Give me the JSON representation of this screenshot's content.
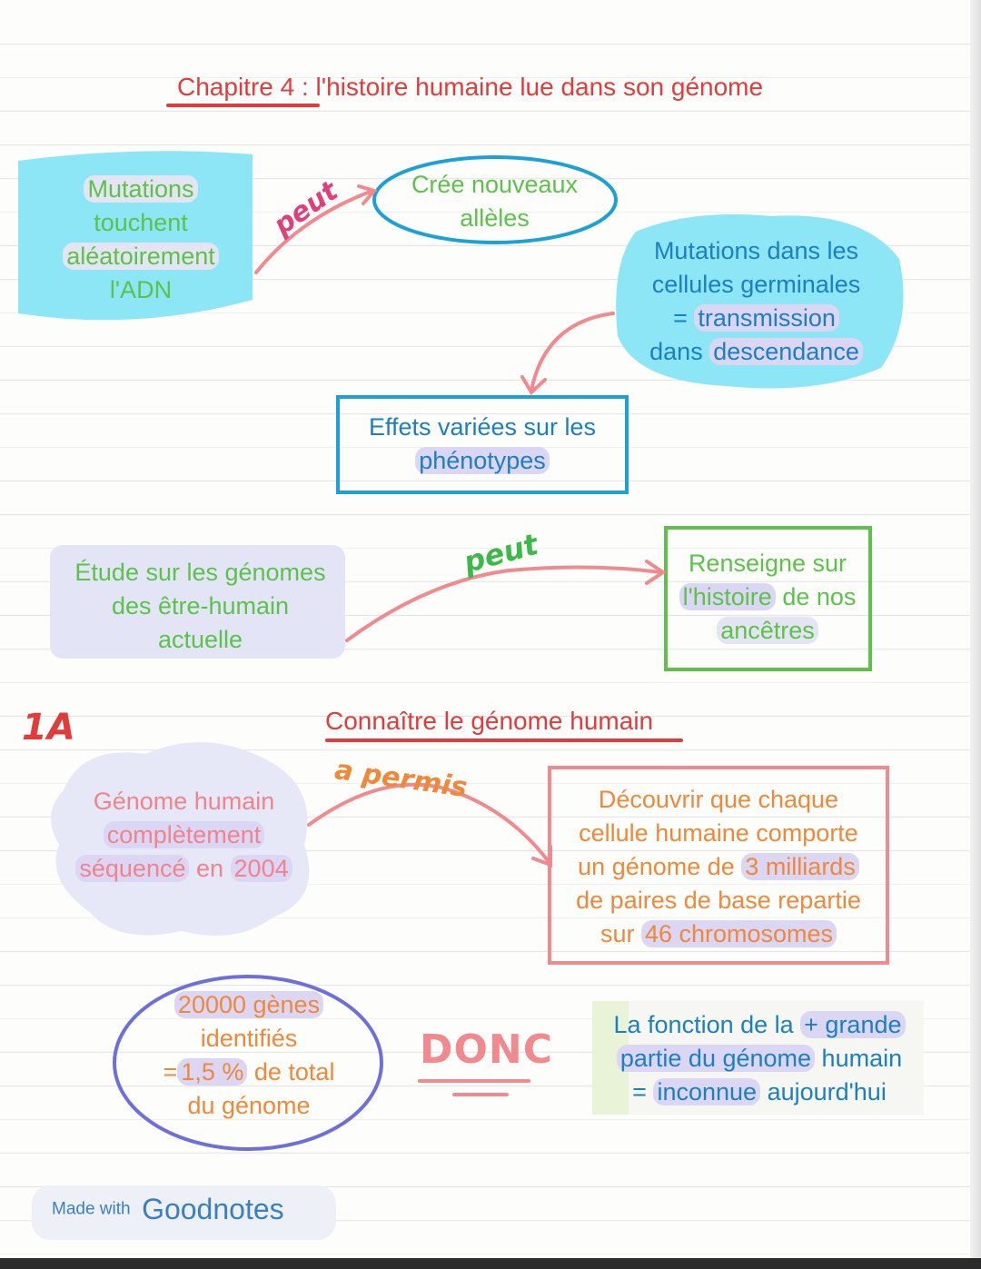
{
  "title": {
    "chapter": "Chapitre 4",
    "rest": " : l'histoire humaine lue dans son génome"
  },
  "mutations_box": {
    "l1": "Mutations",
    "l2": "touchent",
    "l3": "aléatoirement",
    "l4": "l'ADN"
  },
  "arrow1_label": "peut",
  "new_alleles": {
    "l1": "Crée nouveaux",
    "l2": "allèles"
  },
  "germinal": {
    "l1": "Mutations dans les",
    "l2": "cellules germinales",
    "l3a": "= ",
    "l3b": "transmission",
    "l4a": "dans ",
    "l4b": "descendance"
  },
  "effects": {
    "l1": "Effets variées sur les",
    "l2": "phénotypes"
  },
  "study": {
    "l1": "Étude sur les génomes",
    "l2": "des être-humain",
    "l3": "actuelle"
  },
  "arrow2_label": "peut",
  "history": {
    "l1": "Renseigne sur",
    "l2a": "l'histoire",
    "l2b": " de nos",
    "l3": "ancêtres"
  },
  "section_number": "1A",
  "section_title": "Connaître le génome humain",
  "genome": {
    "l1": "Génome humain",
    "l2": "complètement",
    "l3a": "séquencé",
    "l3b": " en ",
    "l3c": "2004"
  },
  "arrow3_label": "a permis",
  "discover": {
    "l1": "Découvrir que chaque",
    "l2": "cellule humaine comporte",
    "l3a": "un génome de ",
    "l3b": "3 milliards",
    "l4": "de paires de base repartie",
    "l5a": "sur ",
    "l5b": "46 chromosomes"
  },
  "genes": {
    "l1": "20000 gènes",
    "l2": "identifiés",
    "l3a": "=",
    "l3b": "1,5 %",
    "l3c": " de total",
    "l4": "du génome"
  },
  "donc": "DONC",
  "function": {
    "l1a": "La fonction de la ",
    "l1b": "+ grande",
    "l2a": "partie du génome",
    "l2b": " humain",
    "l3a": "= ",
    "l3b": "inconnue",
    "l3c": " aujourd'hui"
  },
  "watermark": {
    "made_with": "Made with",
    "brand": "Goodnotes"
  },
  "colors": {
    "red": "#e23b3b",
    "blue": "#1ba1d6",
    "green": "#5cc24a",
    "pink": "#f08a8e",
    "orange": "#f0883a",
    "purple": "#6f6fdc",
    "cyan_fill": "#8de6f5"
  }
}
